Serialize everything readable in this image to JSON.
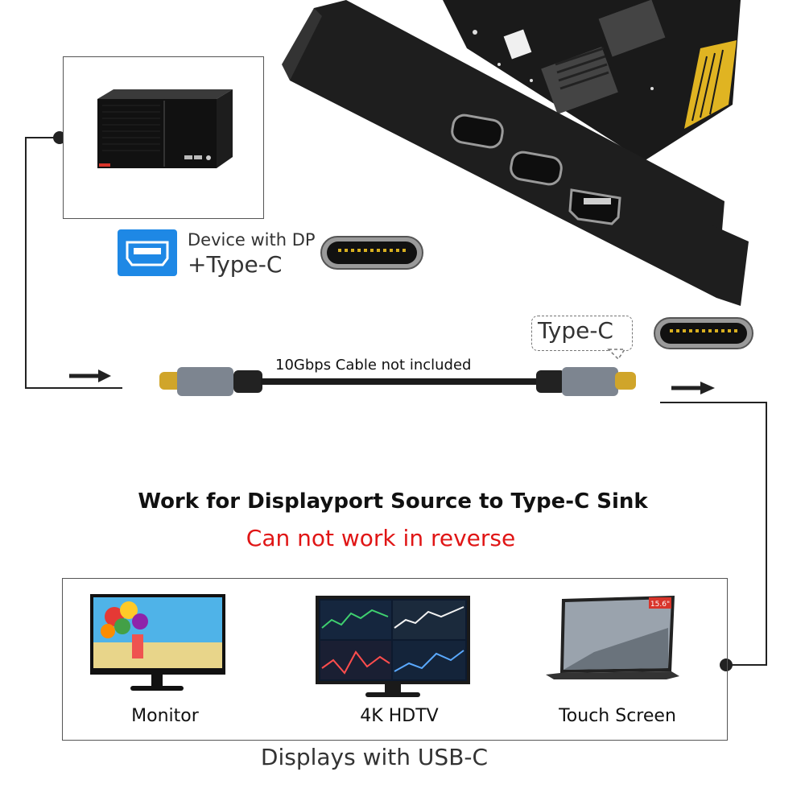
{
  "source": {
    "label_line1": "Device with DP",
    "label_line2": "+Type-C",
    "icon": "displayport-icon"
  },
  "cable": {
    "caption": "10Gbps Cable not included",
    "connector_callout": "Type-C"
  },
  "headline": "Work for Displayport Source to Type-C Sink",
  "warning": "Can not work in reverse",
  "displays": {
    "items": [
      {
        "label": "Monitor",
        "icon": "monitor-icon"
      },
      {
        "label": "4K HDTV",
        "icon": "tv-icon"
      },
      {
        "label": "Touch Screen",
        "icon": "portable-screen-icon"
      }
    ],
    "caption": "Displays with USB-C",
    "touch_screen_badge": "15.6\""
  },
  "colors": {
    "warning": "#e01515",
    "dp_badge": "#1e88e5",
    "pcb": "#1a1a1a",
    "gold_contacts": "#e0b422"
  }
}
